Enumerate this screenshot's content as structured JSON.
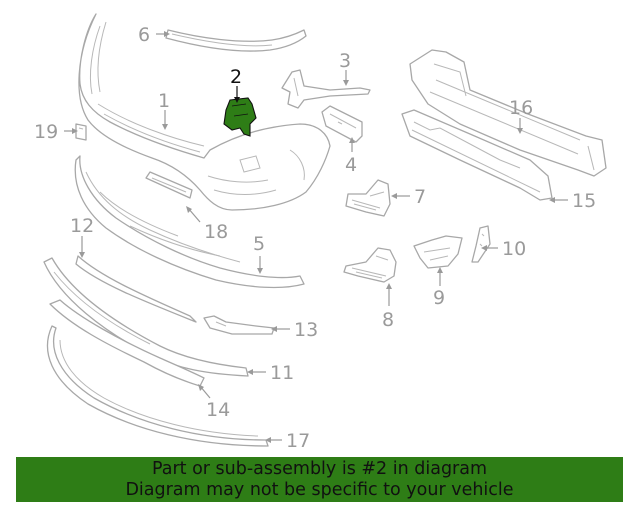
{
  "callouts": {
    "c1": "1",
    "c2": "2",
    "c3": "3",
    "c4": "4",
    "c5": "5",
    "c6": "6",
    "c7": "7",
    "c8": "8",
    "c9": "9",
    "c10": "10",
    "c11": "11",
    "c12": "12",
    "c13": "13",
    "c14": "14",
    "c15": "15",
    "c16": "16",
    "c17": "17",
    "c18": "18",
    "c19": "19"
  },
  "highlight": {
    "part": "2",
    "color": "#2e7d16"
  },
  "banner": {
    "line1": "Part or sub-assembly is #2 in diagram",
    "line2": "Diagram may not be specific to your vehicle",
    "background": "#2e7d16"
  }
}
